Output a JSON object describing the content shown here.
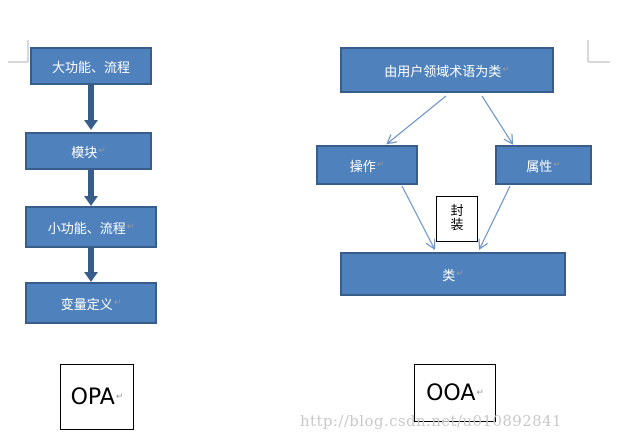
{
  "opa": {
    "boxes": [
      "大功能、流程",
      "模块",
      "小功能、流程",
      "变量定义"
    ],
    "label": "OPA"
  },
  "ooa": {
    "top": "由用户领域术语为类",
    "operation": "操作",
    "attribute": "属性",
    "class_box": "类",
    "encapsulate": "封装",
    "label": "OOA"
  },
  "watermark": "http://blog.csdn.net/u010892841",
  "colors": {
    "box_fill": "#4f81bd",
    "box_border": "#385d8a",
    "arrow_dark": "#385d8a",
    "arrow_light": "#6d93c9"
  }
}
